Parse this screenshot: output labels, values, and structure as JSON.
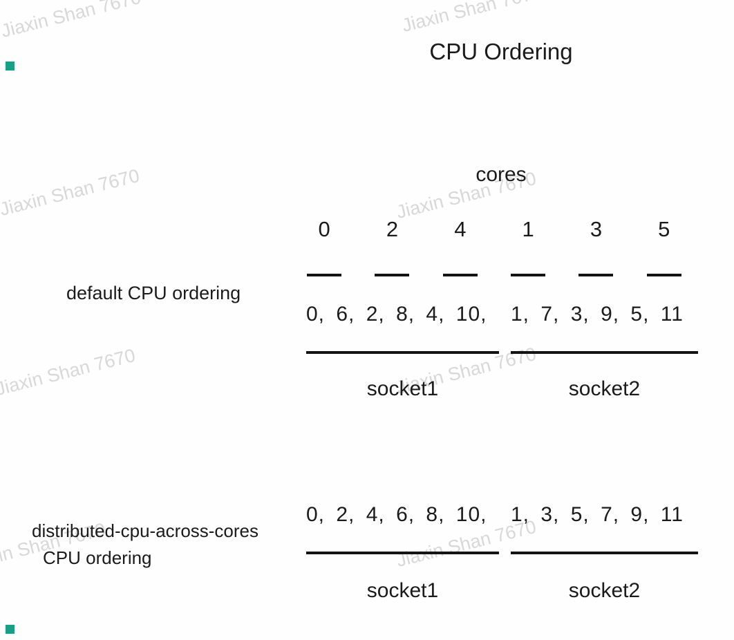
{
  "title": "CPU Ordering",
  "watermark_text": "Jiaxin Shan 7670",
  "colors": {
    "accent": "#16a085",
    "text": "#1b1b1b",
    "watermark": "#d8d8d8"
  },
  "cores": {
    "label": "cores",
    "numbers": [
      "0",
      "2",
      "4",
      "1",
      "3",
      "5"
    ]
  },
  "default_ordering": {
    "label": "default  CPU ordering",
    "socket1_values": "0, 6, 2, 8, 4, 10,",
    "socket2_values": "1, 7, 3, 9, 5, 11",
    "socket1_label": "socket1",
    "socket2_label": "socket2"
  },
  "distributed_ordering": {
    "label_line1": "distributed-cpu-across-cores",
    "label_line2": "CPU ordering",
    "socket1_values": "0, 2, 4, 6, 8, 10,",
    "socket2_values": "1, 3, 5, 7, 9, 11",
    "socket1_label": "socket1",
    "socket2_label": "socket2"
  }
}
